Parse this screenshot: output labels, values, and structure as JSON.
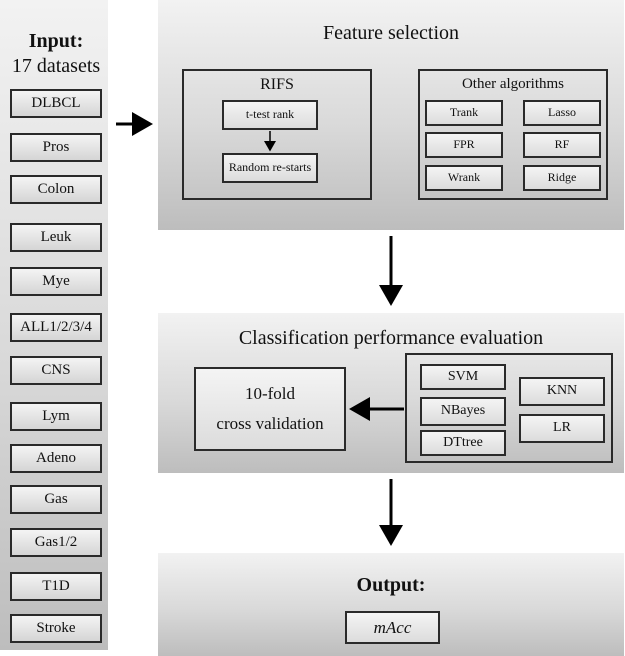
{
  "input": {
    "title": "Input:",
    "subtitle": "17 datasets",
    "datasets": [
      "DLBCL",
      "Pros",
      "Colon",
      "Leuk",
      "Mye",
      "ALL1/2/3/4",
      "CNS",
      "Lym",
      "Adeno",
      "Gas",
      "Gas1/2",
      "T1D",
      "Stroke"
    ]
  },
  "feature_selection": {
    "title": "Feature selection",
    "rifs": {
      "title": "RIFS",
      "step1": "t-test rank",
      "step2": "Random re-starts"
    },
    "other": {
      "title": "Other algorithms",
      "items": [
        "Trank",
        "Lasso",
        "FPR",
        "RF",
        "Wrank",
        "Ridge"
      ]
    }
  },
  "classification": {
    "title": "Classification performance evaluation",
    "cv_line1": "10-fold",
    "cv_line2": "cross validation",
    "classifiers": [
      "SVM",
      "NBayes",
      "DTtree",
      "KNN",
      "LR"
    ]
  },
  "output": {
    "title": "Output:",
    "metric": "mAcc"
  }
}
